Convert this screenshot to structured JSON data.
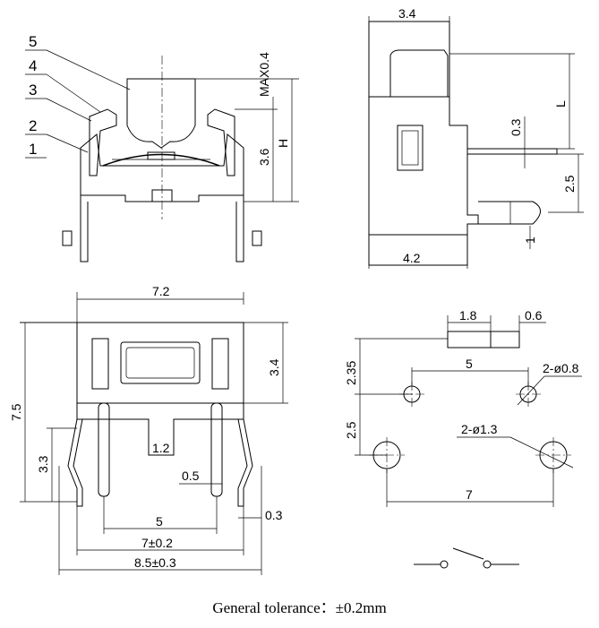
{
  "callouts": [
    "5",
    "4",
    "3",
    "2",
    "1"
  ],
  "side_view": {
    "max": "MAX0.4",
    "h": "H",
    "h_value": "3.6"
  },
  "right_view": {
    "top": "3.4",
    "l": "L",
    "t03": "0.3",
    "t25": "2.5",
    "t1": "1",
    "bottom": "4.2"
  },
  "front_view": {
    "width": "7.2",
    "height": "7.5",
    "body_h": "3.4",
    "gap": "1.2",
    "pin_h": "3.3",
    "pin_w": "0.5",
    "thick": "0.3",
    "pitch": "5",
    "span": "7±0.2",
    "overall": "8.5±0.3"
  },
  "pcb_layout": {
    "d18": "1.8",
    "d06": "0.6",
    "d235": "2.35",
    "d5": "5",
    "hole_small": "2-ø0.8",
    "d25": "2.5",
    "hole_large": "2-ø1.3",
    "d7": "7"
  },
  "footer": {
    "tolerance": "General tolerance：±0.2mm"
  }
}
